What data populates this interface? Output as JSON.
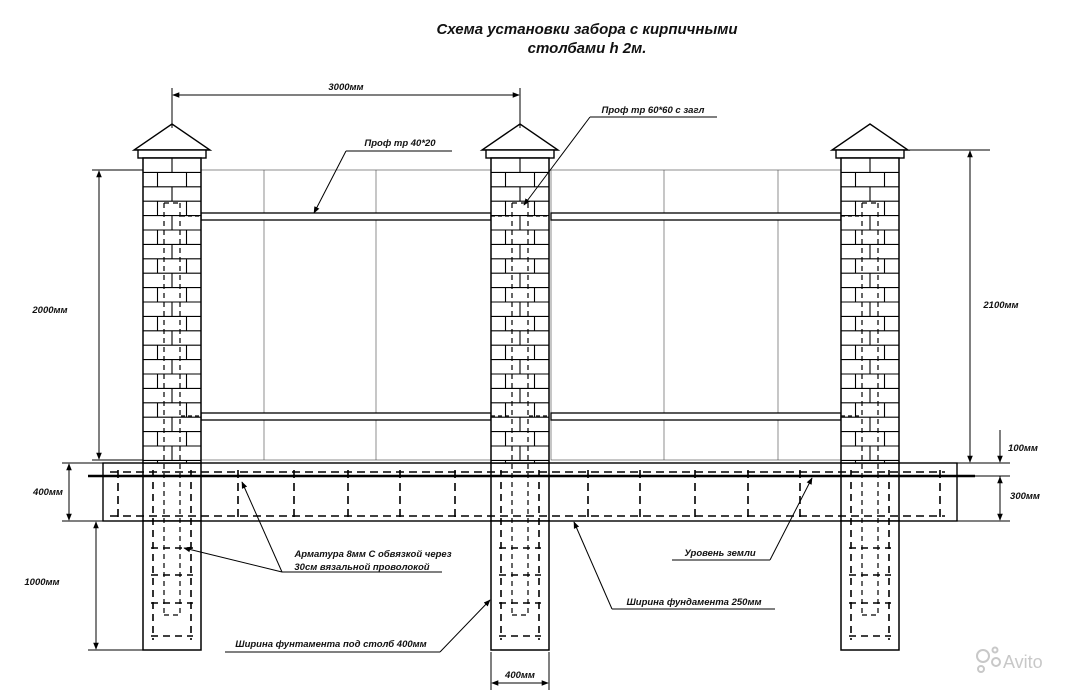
{
  "title_line1": "Схема установки забора с кирпичными",
  "title_line2": "столбами h 2м.",
  "dimensions": {
    "span": "3000мм",
    "height_above": "2000мм",
    "height_total": "2100мм",
    "plinth_above": "100мм",
    "plinth": "400мм",
    "below_ground": "300мм",
    "pile_depth": "1000мм",
    "pile_width": "400мм"
  },
  "labels": {
    "prof_40": "Проф тр 40*20",
    "prof_60": "Проф тр 60*60 с загл",
    "rebar_line1": "Арматура 8мм С обвязкой через",
    "rebar_line2": "30см вязальной проволокой",
    "ground": "Уровень земли",
    "foundation_width": "Ширина фундамента 250мм",
    "pile_foundation": "Ширина фунтамента под столб 400мм"
  },
  "watermark": "Avito"
}
